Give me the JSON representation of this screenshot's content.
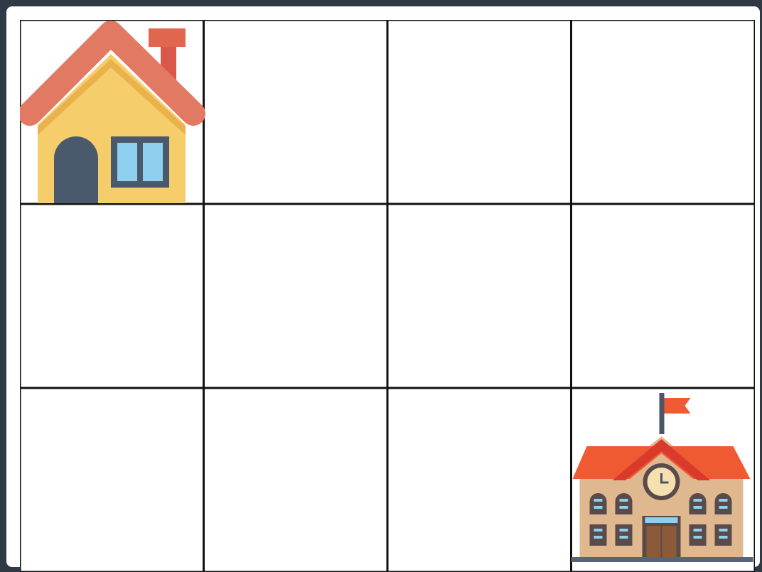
{
  "grid": {
    "rows": 3,
    "cols": 4,
    "line_color": "#111111",
    "cell_background": "#ffffff"
  },
  "items": [
    {
      "name": "house",
      "icon": "house-icon",
      "row": 0,
      "col": 0
    },
    {
      "name": "school",
      "icon": "school-icon",
      "row": 2,
      "col": 3
    }
  ],
  "colors": {
    "page_background": "#2f3a46",
    "house_roof": "#e27a63",
    "house_wall": "#f6cd6b",
    "house_door": "#4a5a6c",
    "house_window": "#8fd0ef",
    "school_roof": "#ef5a33",
    "school_wall": "#dfb88f",
    "school_flag": "#ef5a33"
  }
}
